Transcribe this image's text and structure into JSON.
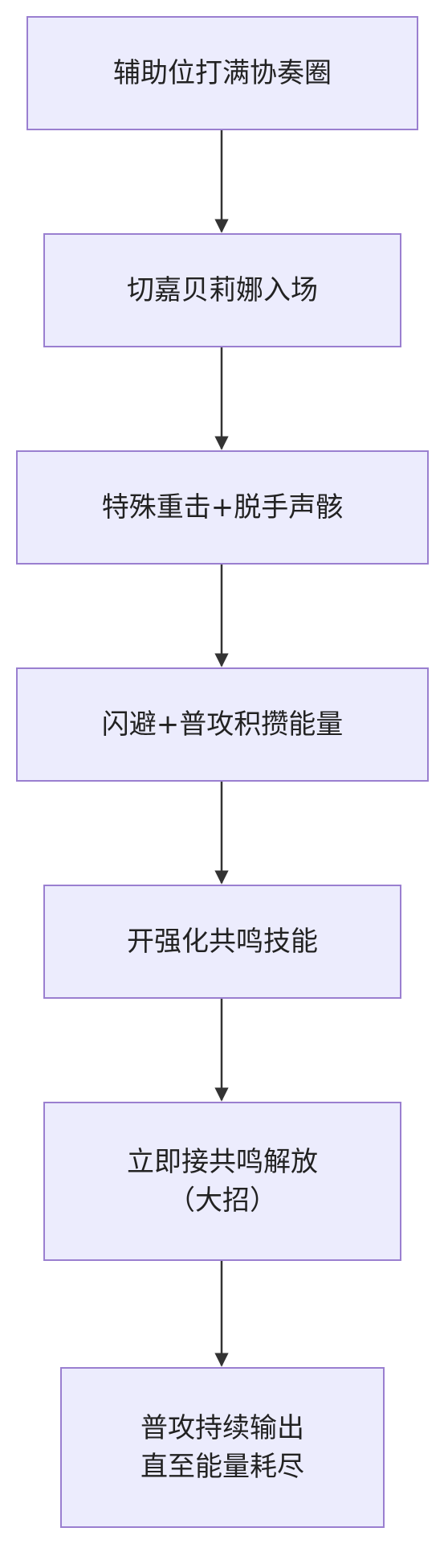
{
  "colors": {
    "node_fill": "#ececfd",
    "node_border": "#9a7fd0",
    "arrow": "#333333",
    "text": "#222222"
  },
  "steps": [
    {
      "lines": [
        "辅助位打满协奏圈"
      ]
    },
    {
      "lines": [
        "切嘉贝莉娜入场"
      ]
    },
    {
      "lines": [
        "特殊重击+脱手声骸"
      ]
    },
    {
      "lines": [
        "闪避+普攻积攒能量"
      ]
    },
    {
      "lines": [
        "开强化共鸣技能"
      ]
    },
    {
      "lines": [
        "立即接共鸣解放",
        "（大招）"
      ]
    },
    {
      "lines": [
        "普攻持续输出",
        "直至能量耗尽"
      ]
    }
  ]
}
